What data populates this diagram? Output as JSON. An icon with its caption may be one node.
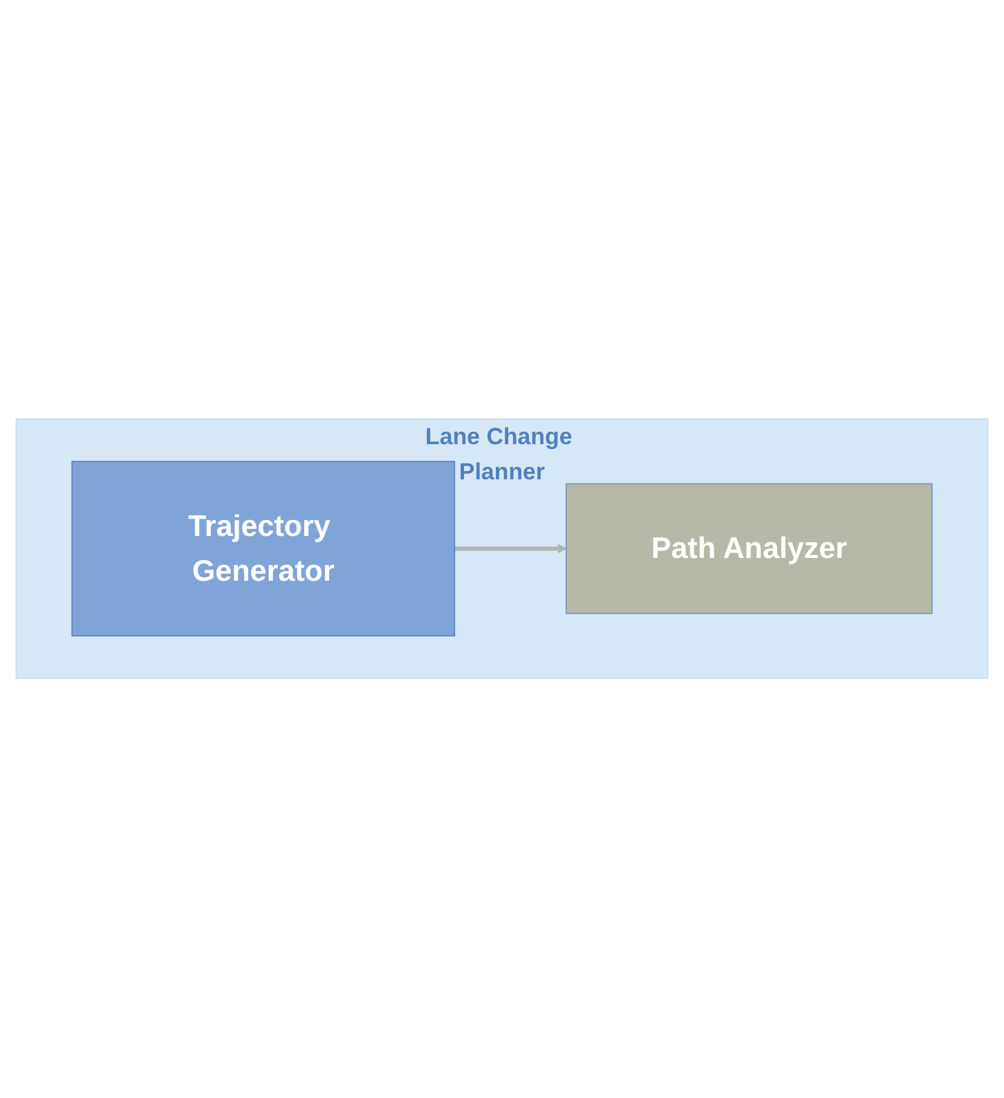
{
  "diagram": {
    "nodes": [
      {
        "text": [
          "Lane Change Planner"
        ]
      },
      {
        "text": [
          "Trajectory Generator"
        ],
        "in": 0
      },
      {
        "text": [
          "Path Analyzer"
        ],
        "in": 0
      }
    ],
    "edges": [
      {
        "from": 1,
        "to": 2,
        "arrow": "to"
      }
    ]
  }
}
